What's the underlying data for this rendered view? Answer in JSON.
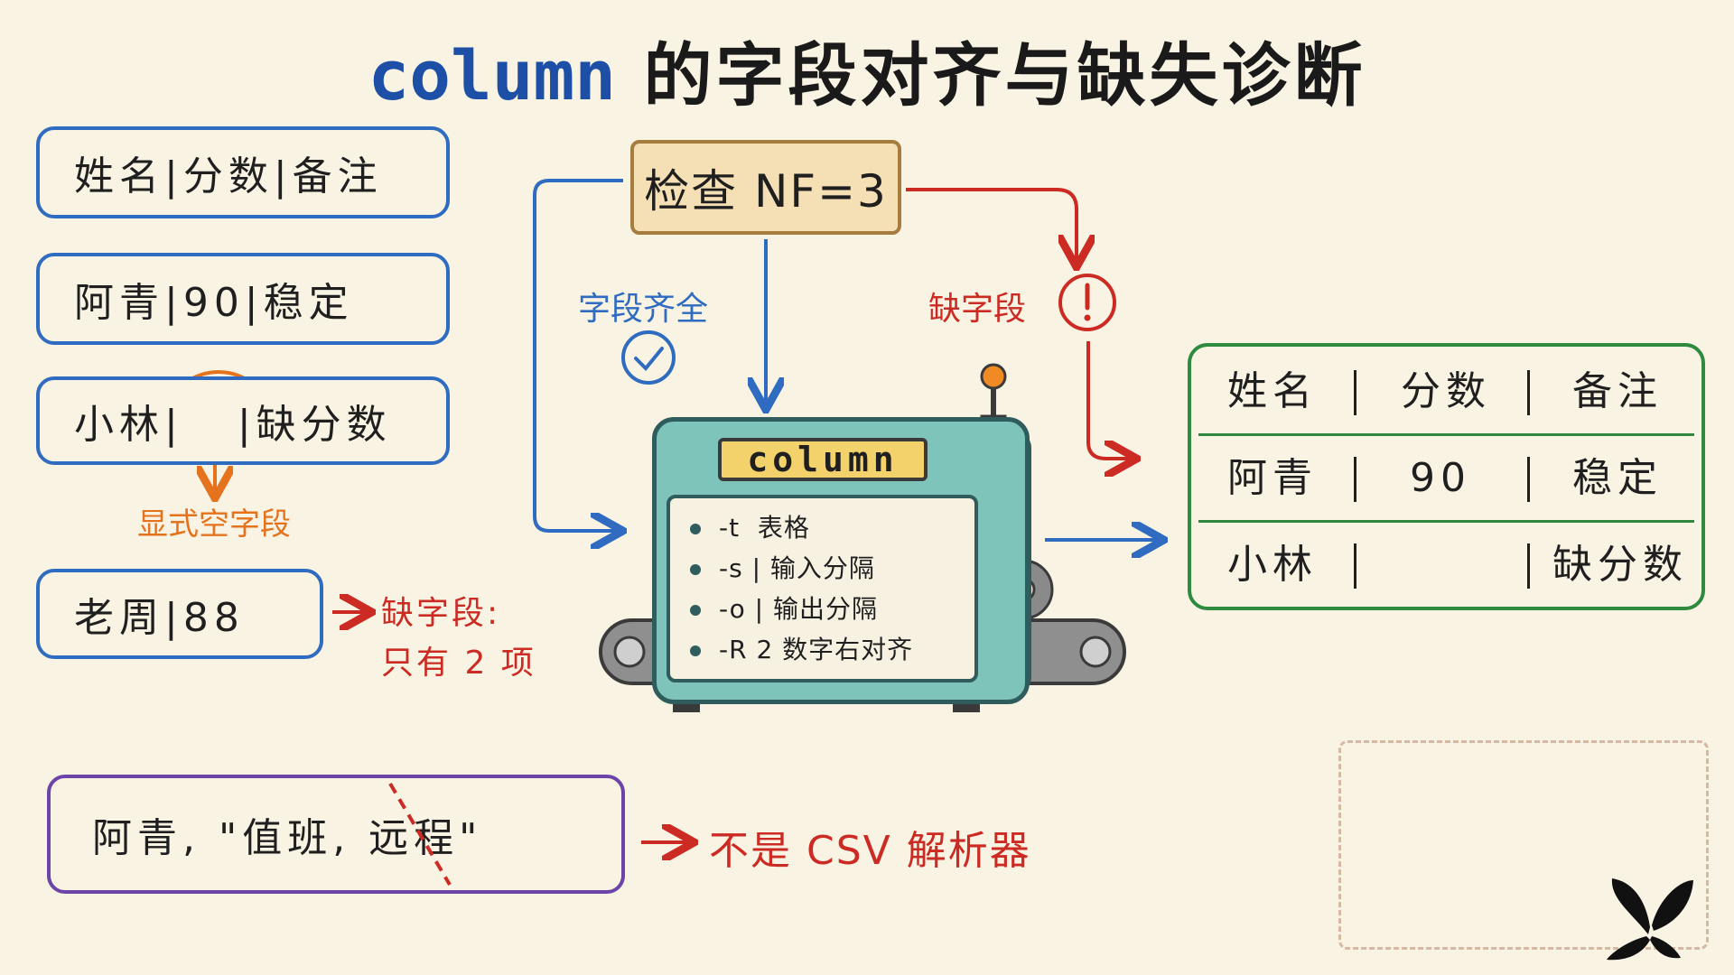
{
  "title": {
    "code": "column",
    "text": " 的字段对齐与缺失诊断"
  },
  "input_rows": [
    {
      "text": "姓名|分数|备注"
    },
    {
      "text": "阿青|90|稳定"
    },
    {
      "left": "小林|",
      "mid": " ",
      "right": "|缺分数"
    },
    {
      "text": "老周|88"
    }
  ],
  "annotations": {
    "explicit_empty": "显式空字段",
    "missing_short_line1": "缺字段:",
    "missing_short_line2": "只有 2 项",
    "all_fields": "字段齐全",
    "missing_fields": "缺字段",
    "not_csv": "不是 CSV 解析器"
  },
  "check_box": {
    "label": "检查 NF=3"
  },
  "machine": {
    "name": "column",
    "options": [
      {
        "text": "-t  表格"
      },
      {
        "text": "-s | 输入分隔"
      },
      {
        "text": "-o | 输出分隔"
      },
      {
        "text": "-R 2 数字右对齐"
      }
    ]
  },
  "result_table": {
    "rows": [
      [
        "姓名",
        "分数",
        "备注"
      ],
      [
        "阿青",
        "90",
        "稳定"
      ],
      [
        "小林",
        "",
        "缺分数"
      ]
    ]
  },
  "csv_example": {
    "text": "阿青, \"值班, 远程\""
  },
  "colors": {
    "blue": "#2f6bc0",
    "red": "#cc2b24",
    "orange": "#e5731e",
    "green": "#2f8a3f",
    "purple": "#6b44a8",
    "machine": "#7ec4ba",
    "label_yellow": "#f3d26b"
  }
}
